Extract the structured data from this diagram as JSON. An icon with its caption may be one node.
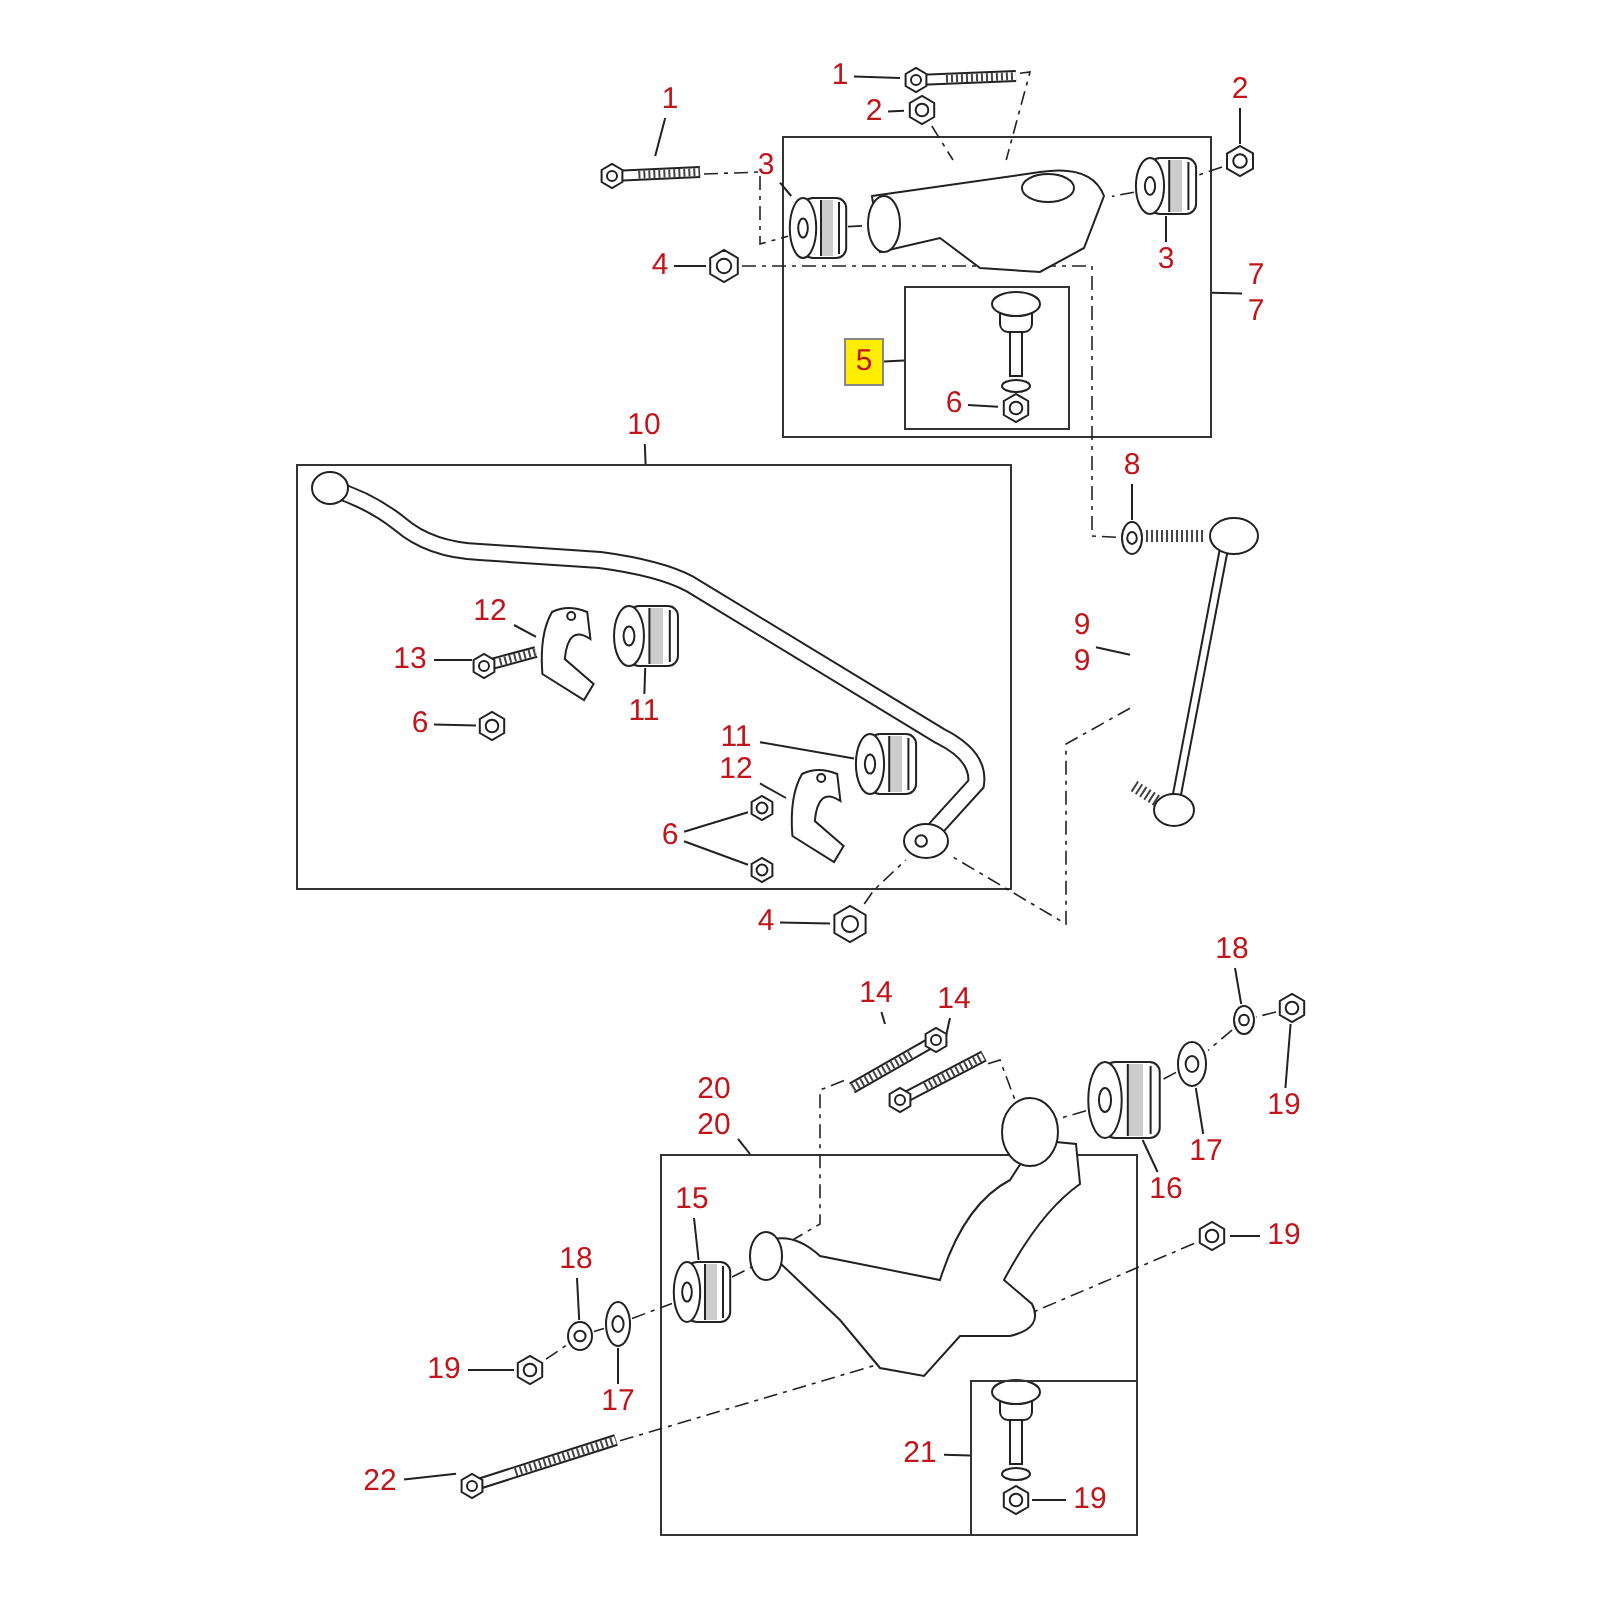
{
  "diagram": {
    "nodes": [
      {
        "text": [
          "1"
        ]
      },
      {
        "text": [],
        "shape": "picture"
      },
      {
        "text": [
          "1"
        ]
      },
      {
        "text": [],
        "shape": "picture"
      },
      {
        "text": [
          "2"
        ]
      },
      {
        "text": [],
        "shape": "picture"
      },
      {
        "text": [
          "2"
        ]
      },
      {
        "text": [],
        "shape": "picture"
      },
      {
        "text": [],
        "shape": "box"
      },
      {
        "text": [
          "3"
        ]
      },
      {
        "text": [],
        "shape": "picture",
        "in": 8
      },
      {
        "text": [],
        "shape": "picture",
        "in": 8
      },
      {
        "text": [
          "3"
        ],
        "in": 8
      },
      {
        "text": [
          "4"
        ]
      },
      {
        "text": [],
        "shape": "picture"
      },
      {
        "text": [
          "7",
          "7"
        ]
      },
      {
        "text": [],
        "shape": "box",
        "in": 8
      },
      {
        "text": [
          "5"
        ],
        "in": 8
      },
      {
        "text": [
          "6"
        ],
        "in": 16
      },
      {
        "text": [],
        "shape": "picture",
        "in": 16
      },
      {
        "text": [
          "10"
        ]
      },
      {
        "text": [],
        "shape": "box"
      },
      {
        "text": [
          "8"
        ]
      },
      {
        "text": [],
        "shape": "picture"
      },
      {
        "text": [
          "12"
        ],
        "in": 21
      },
      {
        "text": [],
        "shape": "picture",
        "in": 21
      },
      {
        "text": [
          "13"
        ],
        "in": 21
      },
      {
        "text": [],
        "shape": "picture",
        "in": 21
      },
      {
        "text": [],
        "shape": "picture",
        "in": 21
      },
      {
        "text": [
          "11"
        ],
        "in": 21
      },
      {
        "text": [
          "6"
        ],
        "in": 21
      },
      {
        "text": [],
        "shape": "picture",
        "in": 21
      },
      {
        "text": [
          "9",
          "9"
        ]
      },
      {
        "text": [],
        "shape": "picture"
      },
      {
        "text": [
          "11"
        ],
        "in": 21
      },
      {
        "text": [],
        "shape": "picture",
        "in": 21
      },
      {
        "text": [
          "12"
        ],
        "in": 21
      },
      {
        "text": [],
        "shape": "picture",
        "in": 21
      },
      {
        "text": [
          "6"
        ],
        "in": 21
      },
      {
        "text": [],
        "shape": "picture",
        "in": 21
      },
      {
        "text": [],
        "shape": "picture",
        "in": 21
      },
      {
        "text": [
          "4"
        ]
      },
      {
        "text": [],
        "shape": "picture"
      },
      {
        "text": [
          "14"
        ]
      },
      {
        "text": [],
        "shape": "picture"
      },
      {
        "text": [
          "14"
        ]
      },
      {
        "text": [],
        "shape": "picture"
      },
      {
        "text": [
          "18"
        ]
      },
      {
        "text": [],
        "shape": "picture"
      },
      {
        "text": [],
        "shape": "picture"
      },
      {
        "text": [
          "19"
        ]
      },
      {
        "text": [
          "20",
          "20"
        ]
      },
      {
        "text": [],
        "shape": "box"
      },
      {
        "text": [],
        "shape": "picture"
      },
      {
        "text": [],
        "shape": "picture"
      },
      {
        "text": [
          "17"
        ]
      },
      {
        "text": [
          "16"
        ]
      },
      {
        "text": [],
        "shape": "picture"
      },
      {
        "text": [
          "19"
        ]
      },
      {
        "text": [
          "15"
        ],
        "in": 52
      },
      {
        "text": [],
        "shape": "picture",
        "in": 52
      },
      {
        "text": [
          "18"
        ]
      },
      {
        "text": [],
        "shape": "picture"
      },
      {
        "text": [
          "19"
        ]
      },
      {
        "text": [],
        "shape": "picture"
      },
      {
        "text": [],
        "shape": "picture"
      },
      {
        "text": [
          "17"
        ]
      },
      {
        "text": [
          "22"
        ]
      },
      {
        "text": [],
        "shape": "picture"
      },
      {
        "text": [],
        "shape": "box",
        "in": 52
      },
      {
        "text": [
          "21"
        ],
        "in": 52
      },
      {
        "text": [],
        "shape": "picture",
        "in": 69
      },
      {
        "text": [
          "19"
        ],
        "in": 69
      },
      {
        "text": [],
        "shape": "picture",
        "in": 8
      },
      {
        "text": [],
        "shape": "picture",
        "in": 21
      },
      {
        "text": [],
        "shape": "picture"
      }
    ],
    "edges": [
      {
        "from": 0,
        "to": 1,
        "arrow": "none"
      },
      {
        "from": 2,
        "to": 3,
        "arrow": "none"
      },
      {
        "from": 4,
        "to": 5,
        "arrow": "none"
      },
      {
        "from": 6,
        "to": 7,
        "arrow": "none"
      },
      {
        "from": 9,
        "to": 10,
        "arrow": "none"
      },
      {
        "from": 12,
        "to": 11,
        "arrow": "none"
      },
      {
        "from": 13,
        "to": 14,
        "arrow": "none"
      },
      {
        "from": 15,
        "to": 8,
        "arrow": "none"
      },
      {
        "from": 17,
        "to": 16,
        "arrow": "none"
      },
      {
        "from": 18,
        "to": 19,
        "arrow": "none"
      },
      {
        "from": 20,
        "to": 21,
        "arrow": "none"
      },
      {
        "from": 22,
        "to": 23,
        "arrow": "none"
      },
      {
        "from": 24,
        "to": 25,
        "arrow": "none"
      },
      {
        "from": 26,
        "to": 27,
        "arrow": "none"
      },
      {
        "from": 29,
        "to": 28,
        "arrow": "none"
      },
      {
        "from": 30,
        "to": 31,
        "arrow": "none"
      },
      {
        "from": 32,
        "to": 33,
        "arrow": "none"
      },
      {
        "from": 34,
        "to": 35,
        "arrow": "none"
      },
      {
        "from": 36,
        "to": 37,
        "arrow": "none"
      },
      {
        "from": 38,
        "to": 39,
        "arrow": "none"
      },
      {
        "from": 38,
        "to": 40,
        "arrow": "none"
      },
      {
        "from": 41,
        "to": 42,
        "arrow": "none"
      },
      {
        "from": 43,
        "to": 44,
        "arrow": "none"
      },
      {
        "from": 45,
        "to": 46,
        "arrow": "none"
      },
      {
        "from": 47,
        "to": 48,
        "arrow": "none"
      },
      {
        "from": 50,
        "to": 49,
        "arrow": "none"
      },
      {
        "from": 51,
        "to": 52,
        "arrow": "none"
      },
      {
        "from": 55,
        "to": 54,
        "arrow": "none"
      },
      {
        "from": 56,
        "to": 53,
        "arrow": "none"
      },
      {
        "from": 58,
        "to": 57,
        "arrow": "none"
      },
      {
        "from": 59,
        "to": 60,
        "arrow": "none"
      },
      {
        "from": 61,
        "to": 62,
        "arrow": "none"
      },
      {
        "from": 63,
        "to": 64,
        "arrow": "none"
      },
      {
        "from": 66,
        "to": 65,
        "arrow": "none"
      },
      {
        "from": 67,
        "to": 68,
        "arrow": "none"
      },
      {
        "from": 70,
        "to": 69,
        "arrow": "none"
      },
      {
        "from": 72,
        "to": 71,
        "arrow": "none"
      },
      {
        "from": 1,
        "to": 10,
        "arrow": "none",
        "style": "dashed"
      },
      {
        "from": 3,
        "to": 73,
        "arrow": "none",
        "style": "dashed"
      },
      {
        "from": 5,
        "to": 73,
        "arrow": "none",
        "style": "dashed"
      },
      {
        "from": 7,
        "to": 11,
        "arrow": "none",
        "style": "dashed"
      },
      {
        "from": 11,
        "to": 73,
        "arrow": "none",
        "style": "dashed"
      },
      {
        "from": 10,
        "to": 73,
        "arrow": "none",
        "style": "dashed"
      },
      {
        "from": 14,
        "to": 23,
        "arrow": "none",
        "style": "dashed"
      },
      {
        "from": 33,
        "to": 74,
        "arrow": "none",
        "style": "dashed"
      },
      {
        "from": 42,
        "to": 74,
        "arrow": "none",
        "style": "dashed"
      },
      {
        "from": 44,
        "to": 75,
        "arrow": "none",
        "style": "dashed"
      },
      {
        "from": 46,
        "to": 75,
        "arrow": "none",
        "style": "dashed"
      },
      {
        "from": 53,
        "to": 75,
        "arrow": "none",
        "style": "dashed"
      },
      {
        "from": 54,
        "to": 53,
        "arrow": "none",
        "style": "dashed"
      },
      {
        "from": 48,
        "to": 54,
        "arrow": "none",
        "style": "dashed"
      },
      {
        "from": 49,
        "to": 48,
        "arrow": "none",
        "style": "dashed"
      },
      {
        "from": 60,
        "to": 75,
        "arrow": "none",
        "style": "dashed"
      },
      {
        "from": 65,
        "to": 60,
        "arrow": "none",
        "style": "dashed"
      },
      {
        "from": 62,
        "to": 65,
        "arrow": "none",
        "style": "dashed"
      },
      {
        "from": 64,
        "to": 62,
        "arrow": "none",
        "style": "dashed"
      },
      {
        "from": 68,
        "to": 75,
        "arrow": "none",
        "style": "dashed"
      },
      {
        "from": 57,
        "to": 75,
        "arrow": "none",
        "style": "dashed"
      }
    ]
  }
}
